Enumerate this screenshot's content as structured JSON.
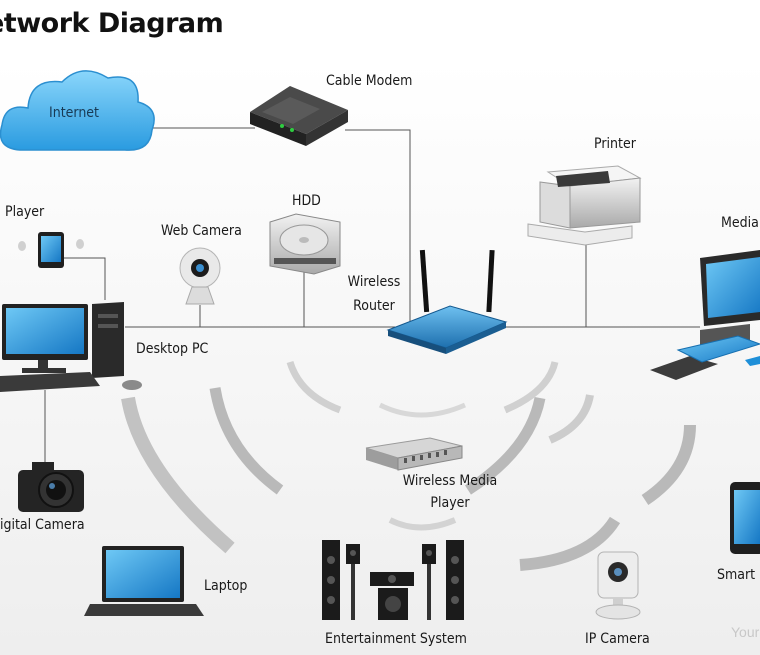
{
  "title": "etwork Diagram",
  "watermark": "Your",
  "labels": {
    "internet": "Internet",
    "cable_modem": "Cable  Modem",
    "printer": "Printer",
    "player": "Player",
    "web_camera": "Web  Camera",
    "hdd": "HDD",
    "media": "Media",
    "wireless_router_1": "Wireless",
    "wireless_router_2": "Router",
    "desktop_pc": "Desktop  PC",
    "wireless_media_player_1": "Wireless  Media",
    "wireless_media_player_2": "Player",
    "digital_camera": "igital  Camera",
    "laptop": "Laptop",
    "entertainment_system": "Entertainment  System",
    "ip_camera": "IP Camera",
    "smart": "Smart"
  },
  "colors": {
    "screen": "#1e8fd8",
    "router": "#2f8fcf",
    "cloud": "#4fb4ea",
    "wireless_arc": "#bdbdbd",
    "wire": "#555555"
  }
}
